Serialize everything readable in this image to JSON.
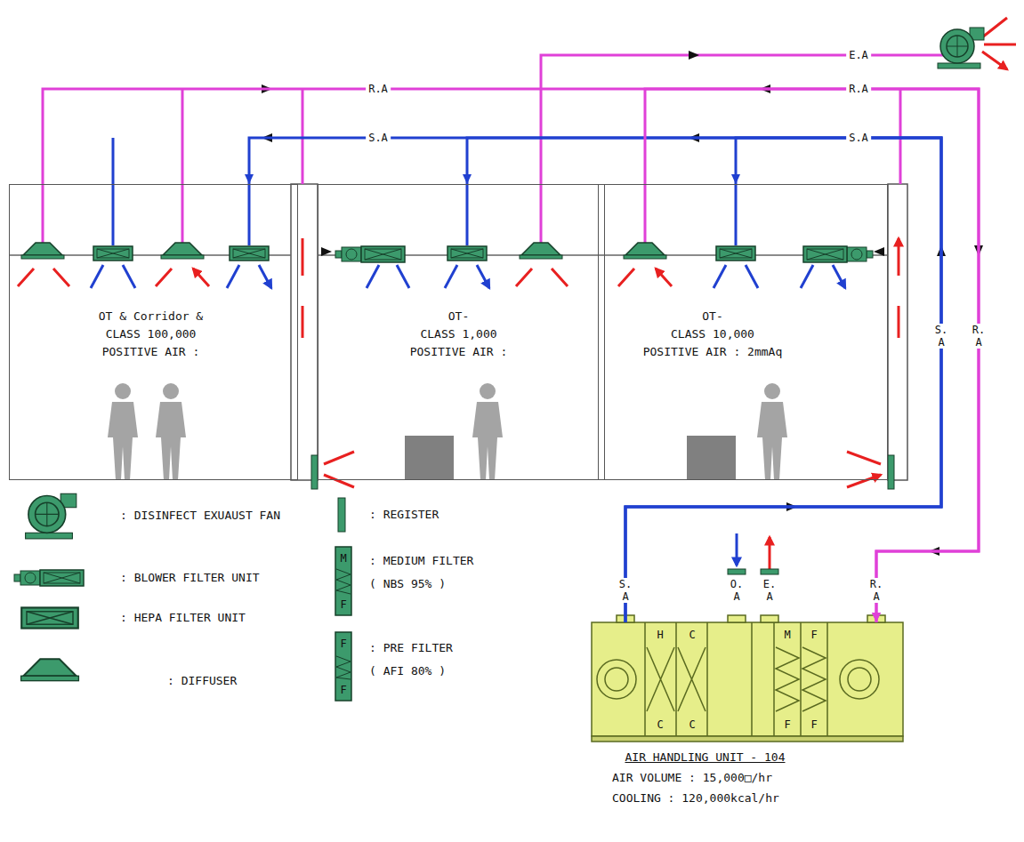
{
  "diagram": {
    "nodes": [
      {
        "text": [
          "OT & Corridor &",
          "CLASS 100,000",
          "POSITIVE AIR :"
        ]
      },
      {
        "text": [
          "OT-",
          "CLASS 1,000",
          "POSITIVE AIR :"
        ]
      },
      {
        "text": [
          "OT-",
          "CLASS 10,000",
          "POSITIVE AIR : 2mmAq"
        ]
      },
      {
        "text": [
          "AIR HANDLING UNIT - 104",
          "AIR VOLUME : 15,000□/hr",
          "COOLING : 120,000kcal/hr"
        ]
      }
    ],
    "edges": [
      {
        "from": 3,
        "to": 0,
        "arrow": "to",
        "label": "S.A"
      },
      {
        "from": 3,
        "to": 1,
        "arrow": "to"
      },
      {
        "from": 3,
        "to": 2,
        "arrow": "to",
        "label": "S.A"
      },
      {
        "from": 0,
        "to": 3,
        "arrow": "to",
        "label": "R.A"
      },
      {
        "from": 2,
        "to": 3,
        "arrow": "to",
        "label": "R.A"
      }
    ],
    "labels": [
      "E.A",
      "S. A",
      "R. A",
      "S. A",
      "O. A",
      "E. A",
      "R. A",
      "H",
      "C",
      "C",
      "C",
      "M",
      "F",
      "F",
      "F",
      "M",
      "F",
      "F",
      "F"
    ],
    "legend": [
      {
        "text": ": DISINFECT EXUAUST FAN"
      },
      {
        "text": ": BLOWER FILTER UNIT"
      },
      {
        "text": ": HEPA FILTER UNIT"
      },
      {
        "text": ": DIFFUSER"
      },
      {
        "text": ": REGISTER"
      },
      {
        "text": ": MEDIUM FILTER ( NBS 95% )"
      },
      {
        "text": ": PRE FILTER ( AFI 80% )"
      }
    ]
  }
}
